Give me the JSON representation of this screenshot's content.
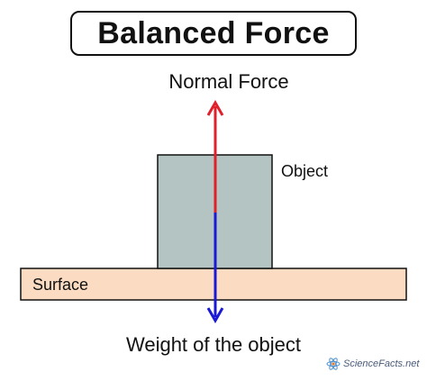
{
  "title": "Balanced Force",
  "labels": {
    "normal_force": "Normal Force",
    "object": "Object",
    "surface": "Surface",
    "weight": "Weight of the object"
  },
  "logo": {
    "text": "ScienceFacts.net",
    "icon": "atom-icon"
  },
  "colors": {
    "object_fill": "#b3c4c2",
    "surface_fill": "#fbdcc2",
    "normal_force_arrow": "#e0202a",
    "weight_arrow": "#1a1ad6",
    "outline": "#111111"
  }
}
